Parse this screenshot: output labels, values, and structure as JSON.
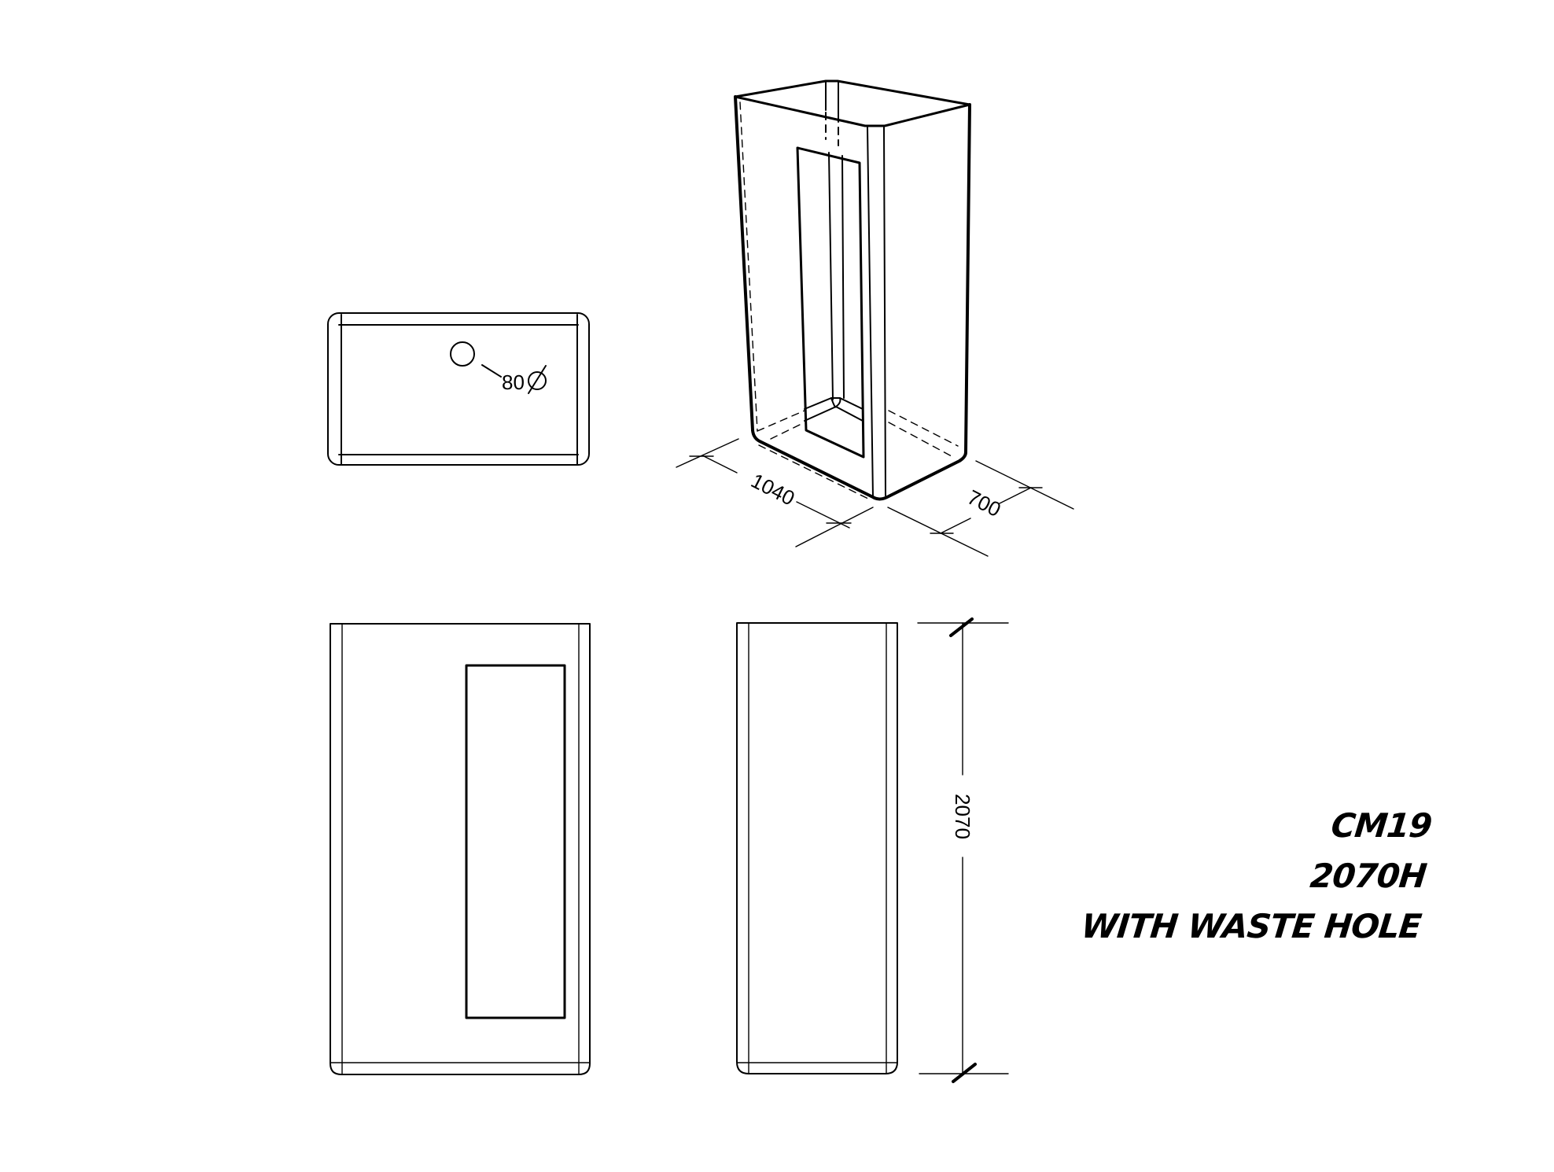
{
  "drawing": {
    "type": "technical-drawing",
    "subject": "freestanding rectangular basin pedestal with front window",
    "line_color": "#000000",
    "background": "#ffffff",
    "views": {
      "top_view": {
        "hole_diameter_label": "80",
        "diameter_symbol": "⌀"
      },
      "isometric_view": {
        "width_label": "1040",
        "depth_label": "700"
      },
      "front_view": {},
      "side_view": {
        "height_label": "2070"
      }
    }
  },
  "title_block": {
    "model": "CM19",
    "height": "2070H",
    "note": "WITH WASTE HOLE"
  }
}
